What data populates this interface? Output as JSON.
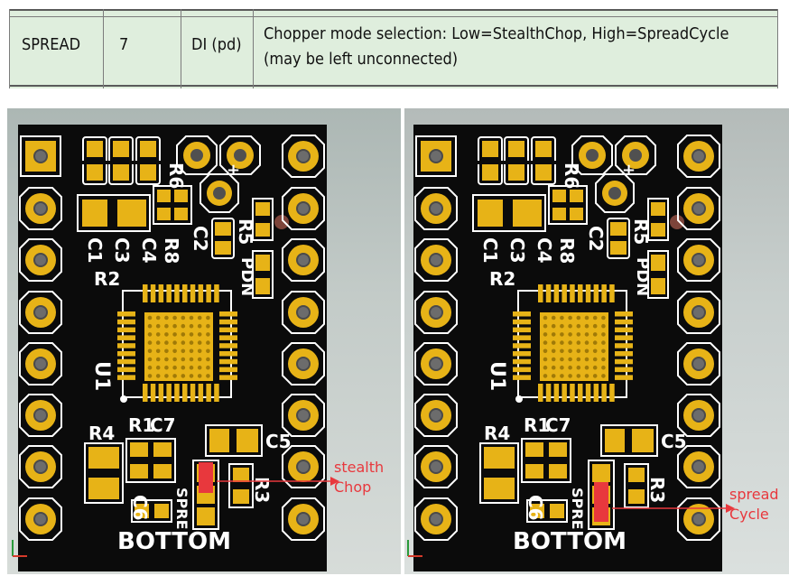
{
  "table": {
    "row": {
      "signal": "SPREAD",
      "pin": "7",
      "type": "DI (pd)",
      "description_line1": "Chopper mode selection: Low=StealthChop, High=SpreadCycle",
      "description_line2": "(may be left unconnected)"
    }
  },
  "boards": {
    "left": {
      "silk_labels": [
        "R6",
        "C1",
        "C3",
        "C4",
        "R8",
        "C2",
        "R5",
        "PDN",
        "R2",
        "U1",
        "R4",
        "R1",
        "C7",
        "C5",
        "C6",
        "SPRE",
        "R3",
        "BOTTOM"
      ],
      "plus_mark": "+",
      "annotation": {
        "line1": "stealth",
        "line2": "Chop"
      },
      "accent_color": "#e8383d"
    },
    "right": {
      "silk_labels": [
        "R6",
        "C1",
        "C3",
        "C4",
        "R8",
        "C2",
        "R5",
        "PDN",
        "R2",
        "U1",
        "R4",
        "R1",
        "C7",
        "C5",
        "C6",
        "SPRE",
        "R3",
        "BOTTOM"
      ],
      "plus_mark": "+",
      "annotation": {
        "line1": "spread",
        "line2": "Cycle"
      },
      "accent_color": "#e8383d"
    }
  },
  "colors": {
    "board": "#0b0b0b",
    "pad": "#e7b317",
    "silk": "#ffffff",
    "table_bg": "#dfeedd",
    "annotation": "#e8383d"
  }
}
